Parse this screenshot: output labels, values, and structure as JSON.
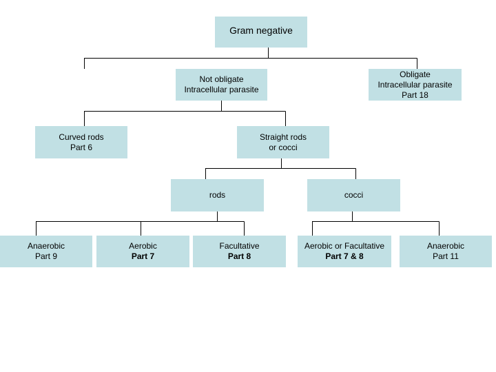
{
  "nodes": {
    "root": {
      "lines": [
        "Gram negative"
      ]
    },
    "nonob": {
      "lines": [
        "Not obligate",
        "Intracellular parasite"
      ]
    },
    "obl": {
      "lines": [
        "Obligate",
        "Intracellular parasite",
        "Part 18"
      ]
    },
    "curv": {
      "lines": [
        "Curved rods",
        "Part 6"
      ]
    },
    "strt": {
      "lines": [
        "Straight rods",
        "or cocci"
      ]
    },
    "rods": {
      "lines": [
        "rods"
      ]
    },
    "cocc": {
      "lines": [
        "cocci"
      ]
    },
    "anae9": {
      "lines": [
        "Anaerobic",
        "Part 9"
      ]
    },
    "aer7": {
      "lines": [
        "Aerobic",
        "Part 7"
      ]
    },
    "fac8": {
      "lines": [
        "Facultative",
        "Part 8"
      ]
    },
    "af78": {
      "lines": [
        "Aerobic or Facultative",
        "Part  7 & 8"
      ]
    },
    "ana11": {
      "lines": [
        "Anaerobic",
        "Part 11"
      ]
    }
  },
  "colors": {
    "node_fill": "#c1e0e4",
    "connector": "#000000",
    "text": "#000000"
  }
}
